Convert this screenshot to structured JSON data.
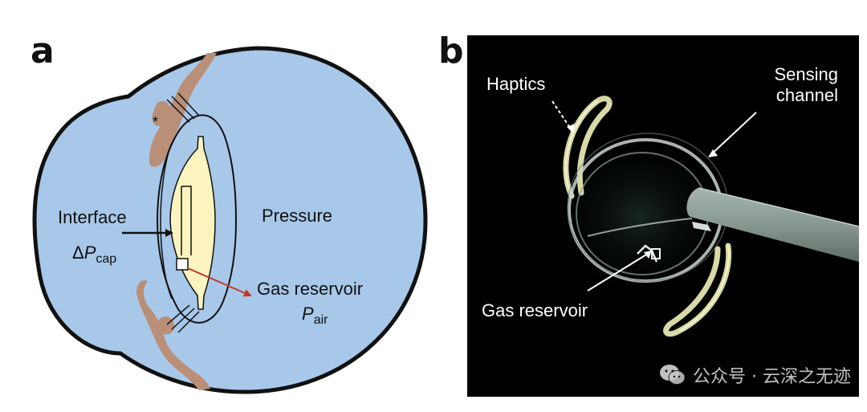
{
  "panel_a": {
    "letter": "a",
    "asterisk": "*",
    "labels": {
      "interface": "Interface",
      "delta_p_prefix": "Δ",
      "delta_p_var": "P",
      "delta_p_sub": "cap",
      "pressure": "Pressure",
      "gas_reservoir": "Gas reservoir",
      "p_air_var": "P",
      "p_air_sub": "air"
    },
    "colors": {
      "eye_fill": "#a8c8ea",
      "tissue_fill": "#b98f77",
      "implant_fill": "#fbf4bf",
      "arrow_red": "#c0392b",
      "outline": "#111111"
    }
  },
  "panel_b": {
    "letter": "b",
    "labels": {
      "haptics": "Haptics",
      "sensing_line1": "Sensing",
      "sensing_line2": "channel",
      "gas_reservoir": "Gas reservoir"
    },
    "watermark": "公众号 · 云深之无迹",
    "watermark_icon": "wechat-icon"
  }
}
